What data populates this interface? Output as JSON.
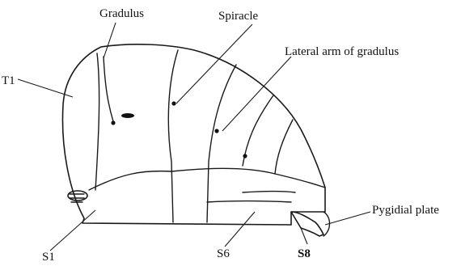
{
  "labels": {
    "gradulus": "Gradulus",
    "spiracle": "Spiracle",
    "lateral_arm": "Lateral arm of gradulus",
    "t1": "T1",
    "pygidial_plate": "Pygidial plate",
    "s1": "S1",
    "s6": "S6",
    "s8": "S8"
  },
  "colors": {
    "ink": "#1a1a1a",
    "background": "#ffffff"
  }
}
